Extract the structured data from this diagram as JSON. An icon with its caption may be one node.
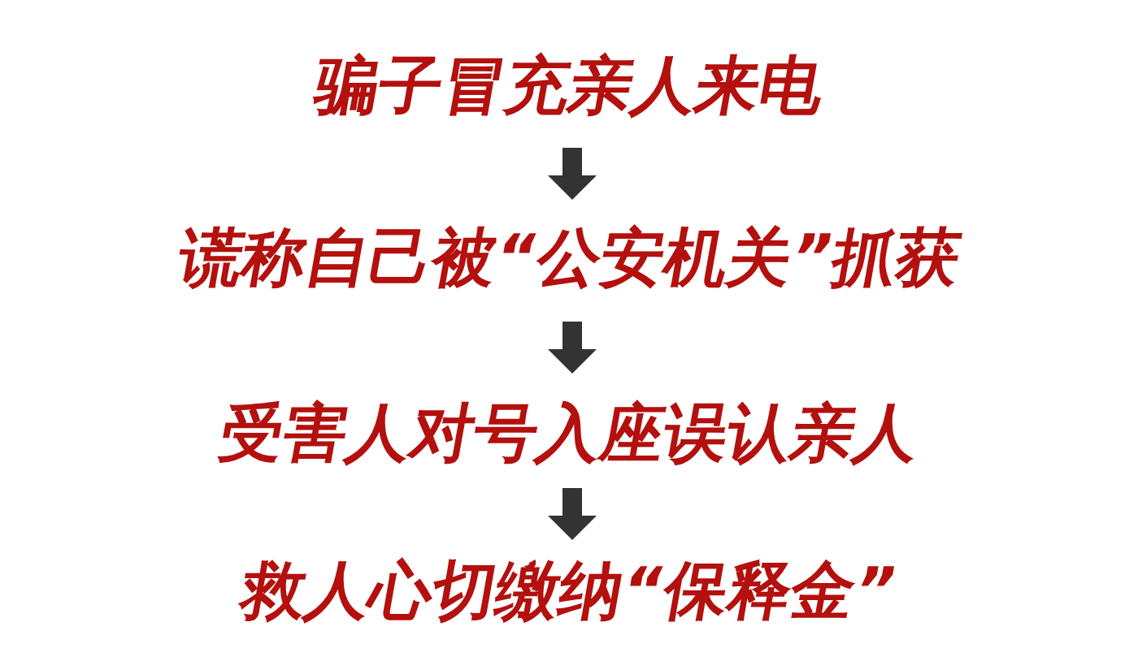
{
  "diagram": {
    "nodes": [
      {
        "text": [
          "骗子冒充亲人来电"
        ]
      },
      {
        "text": [
          "谎称自己被“公安机关”抓获"
        ]
      },
      {
        "text": [
          "受害人对号入座误认亲人"
        ]
      },
      {
        "text": [
          "救人心切缴纳“保释金”"
        ]
      }
    ],
    "edges": [
      {
        "from": 0,
        "to": 1,
        "arrow": "to"
      },
      {
        "from": 1,
        "to": 2,
        "arrow": "to"
      },
      {
        "from": 2,
        "to": 3,
        "arrow": "to"
      }
    ]
  }
}
